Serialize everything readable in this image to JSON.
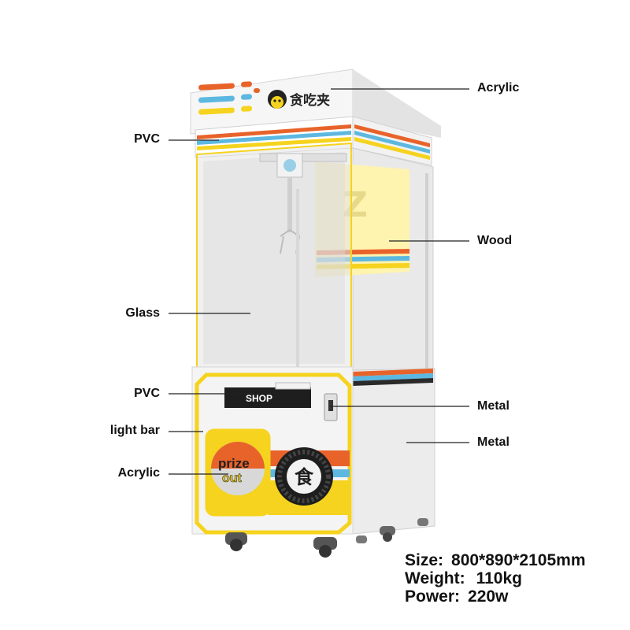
{
  "machine": {
    "header_brand": "贪吃夹",
    "shop_sign": "SHOP",
    "prize_door_line1": "prize",
    "prize_door_line2": "out",
    "emblem_char": "食"
  },
  "labels": {
    "acrylic_top": "Acrylic",
    "pvc_top": "PVC",
    "wood": "Wood",
    "glass": "Glass",
    "pvc_bottom": "PVC",
    "metal_upper": "Metal",
    "light_bar": "light bar",
    "metal_lower": "Metal",
    "acrylic_bottom": "Acrylic"
  },
  "specs": {
    "size_label": "Size:",
    "size_value": "800*890*2105mm",
    "weight_label": "Weight:",
    "weight_value": "110kg",
    "power_label": "Power:",
    "power_value": "220w"
  },
  "colors": {
    "accent_yellow": "#f5d31e",
    "accent_orange": "#e8632a",
    "accent_blue": "#5cb8e0",
    "cabinet_white": "#ececec"
  }
}
